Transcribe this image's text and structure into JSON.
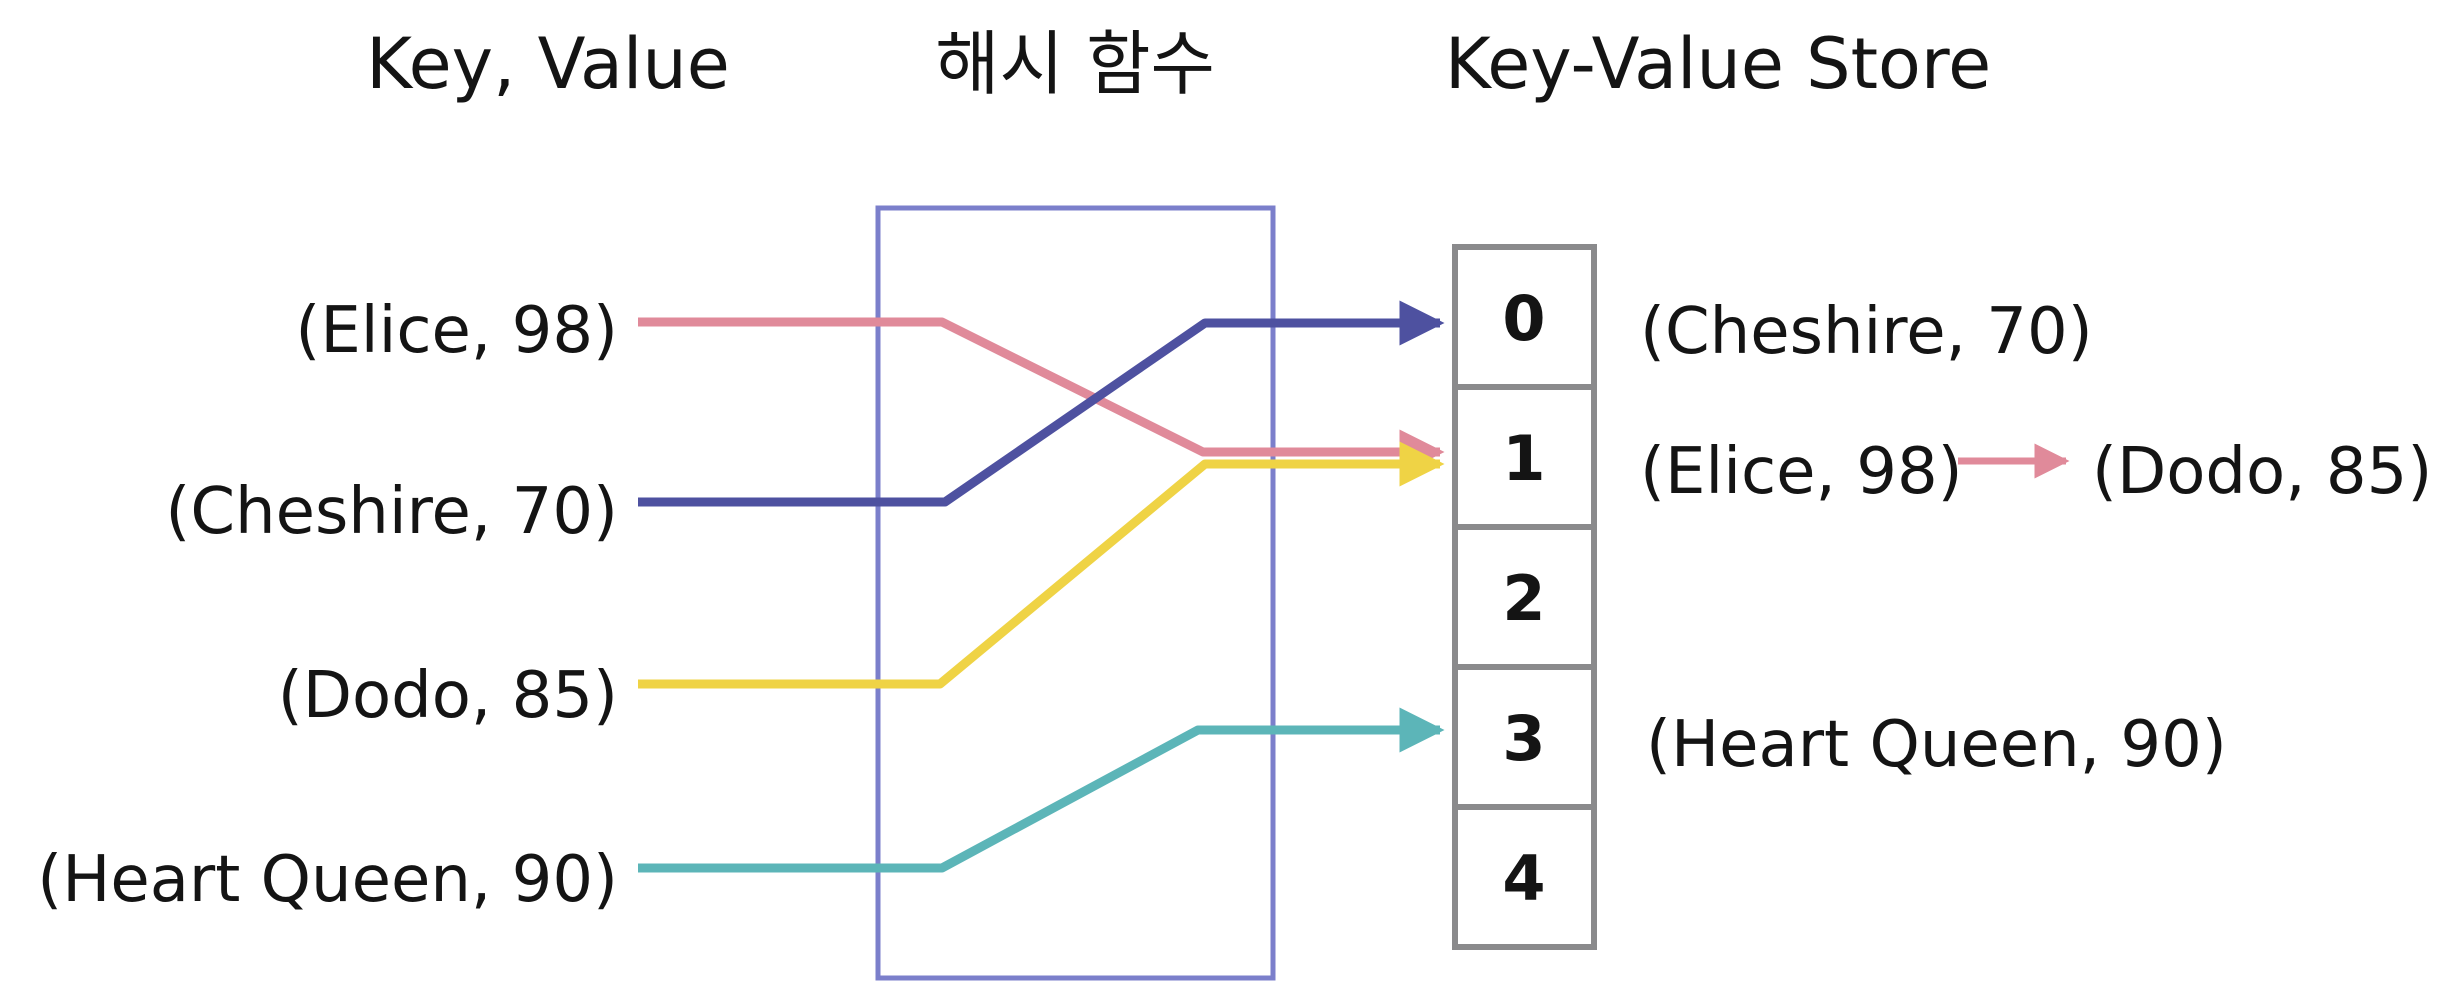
{
  "titles": {
    "input": "Key, Value",
    "hash_function": "해시 함수",
    "store": "Key-Value Store"
  },
  "inputs": [
    {
      "id": "elice",
      "label": "(Elice, 98)",
      "color": "#E08A9A",
      "slot": 1
    },
    {
      "id": "cheshire",
      "label": "(Cheshire, 70)",
      "color": "#4E51A0",
      "slot": 0
    },
    {
      "id": "dodo",
      "label": "(Dodo, 85)",
      "color": "#EFD345",
      "slot": 1
    },
    {
      "id": "heart-queen",
      "label": "(Heart Queen, 90)",
      "color": "#5CB5B8",
      "slot": 3
    }
  ],
  "store": {
    "slots": [
      "0",
      "1",
      "2",
      "3",
      "4"
    ],
    "entries": {
      "slot0": "(Cheshire, 70)",
      "slot1_first": "(Elice, 98)",
      "slot1_chained": "(Dodo, 85)",
      "slot3": "(Heart Queen, 90)"
    },
    "chain_color": "#E08A9A"
  },
  "colors": {
    "hash_box": "#7B7FCB",
    "store_border": "#8A8A8C"
  }
}
